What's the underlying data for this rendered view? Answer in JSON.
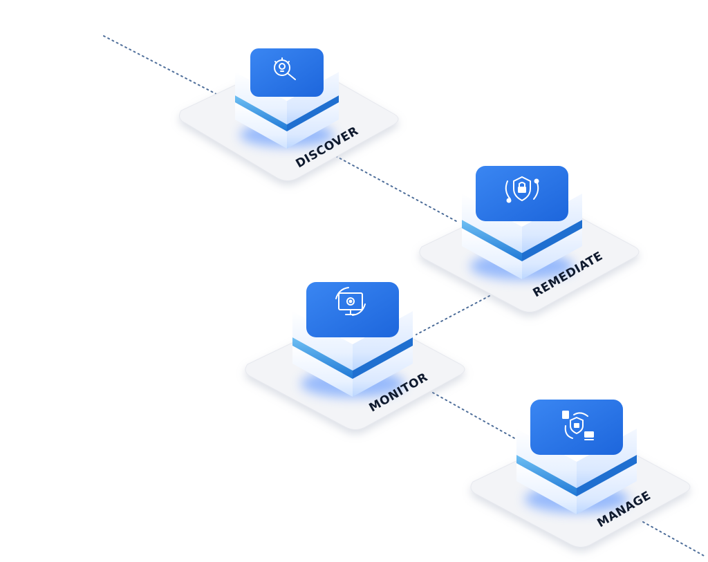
{
  "diagram": {
    "colors": {
      "accent": "#2b76ea",
      "accent_dark": "#1c5fd0",
      "band": "#2a86e2",
      "band_light": "#6fc0f3",
      "platform": "#f3f4f7",
      "connector": "#4d6d99",
      "label": "#0f1a2e",
      "glow": "#4d8bff"
    },
    "steps": [
      {
        "label": "DISCOVER",
        "icon": "magnifier-bulb-icon"
      },
      {
        "label": "REMEDIATE",
        "icon": "shield-lock-icon"
      },
      {
        "label": "MONITOR",
        "icon": "monitor-gear-icon"
      },
      {
        "label": "MANAGE",
        "icon": "devices-cycle-icon"
      }
    ]
  }
}
